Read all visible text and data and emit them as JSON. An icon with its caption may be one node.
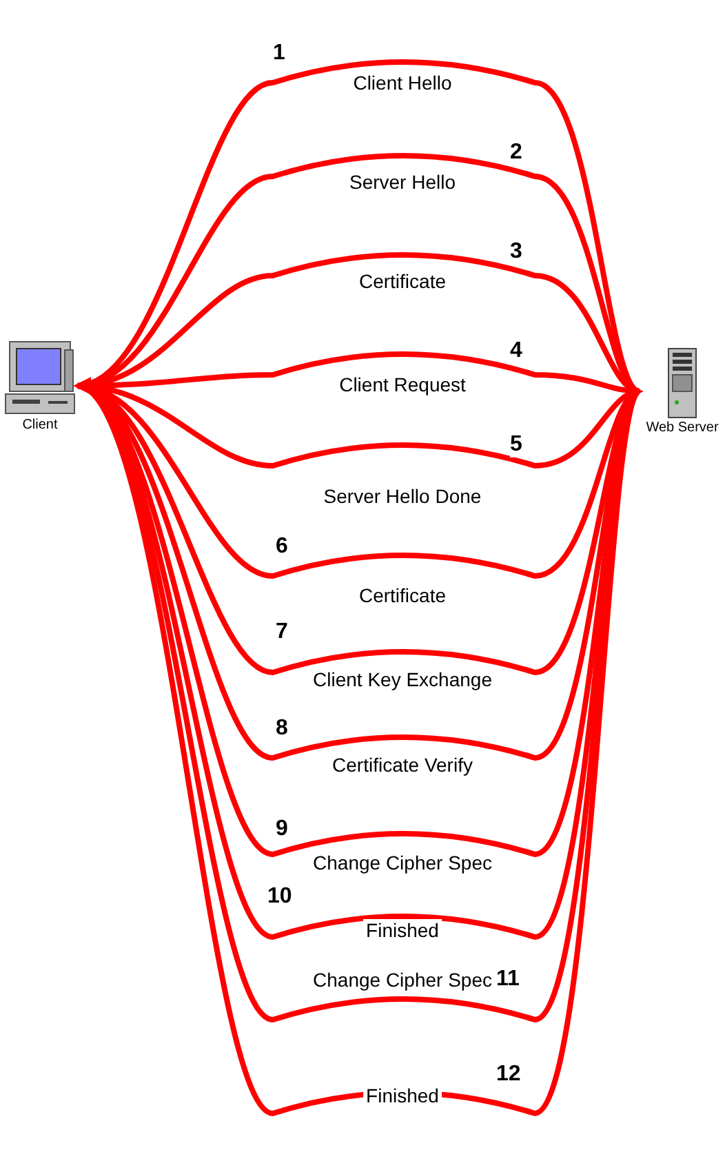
{
  "diagram": {
    "nodes": [
      {
        "text": [
          "Client"
        ]
      },
      {
        "text": [
          "Web Server"
        ]
      }
    ],
    "edges": [
      {
        "from": 0,
        "to": 1,
        "arrow": "to",
        "label": "Client Hello"
      },
      {
        "from": 1,
        "to": 0,
        "arrow": "to",
        "label": "Server Hello"
      },
      {
        "from": 1,
        "to": 0,
        "arrow": "to",
        "label": "Certificate"
      },
      {
        "from": 1,
        "to": 0,
        "arrow": "to",
        "label": "Client Request"
      },
      {
        "from": 1,
        "to": 0,
        "arrow": "to",
        "label": "Server Hello Done"
      },
      {
        "from": 0,
        "to": 1,
        "arrow": "to",
        "label": "Certificate"
      },
      {
        "from": 0,
        "to": 1,
        "arrow": "to",
        "label": "Client Key Exchange"
      },
      {
        "from": 0,
        "to": 1,
        "arrow": "to",
        "label": "Certificate Verify"
      },
      {
        "from": 0,
        "to": 1,
        "arrow": "to",
        "label": "Change Cipher Spec"
      },
      {
        "from": 0,
        "to": 1,
        "arrow": "to",
        "label": "Finished"
      },
      {
        "from": 1,
        "to": 0,
        "arrow": "to",
        "label": "Change Cipher Spec"
      },
      {
        "from": 1,
        "to": 0,
        "arrow": "to",
        "label": "Finished"
      }
    ],
    "labels": [
      "1",
      "2",
      "3",
      "4",
      "5",
      "6",
      "7",
      "8",
      "9",
      "10",
      "11",
      "12"
    ]
  }
}
